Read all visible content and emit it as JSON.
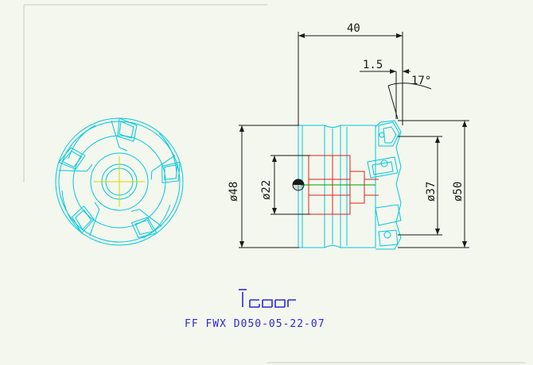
{
  "drawing": {
    "title": "FF FWX D050-05-22-07",
    "logo_text": "ISCAR",
    "dimensions": {
      "length": "40",
      "offset": "1.5",
      "angle": "17°",
      "body_dia": "ø48",
      "bore_dia": "ø22",
      "inner_dia": "ø37",
      "cut_dia": "ø50"
    }
  },
  "colors": {
    "background": "#f4f7ed",
    "outline": "#00c8e0",
    "section": "#e02020",
    "dimension": "#1a1a1a",
    "title": "#2a2ad8",
    "centerline": "#d8d800",
    "axis": "#00a000"
  }
}
